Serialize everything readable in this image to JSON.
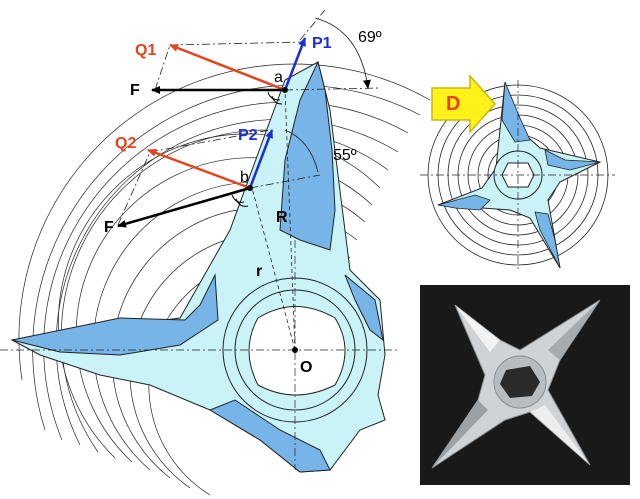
{
  "main_diagram": {
    "labels": {
      "q1": "Q1",
      "p1": "P1",
      "f_top": "F",
      "a": "a",
      "q2": "Q2",
      "p2": "P2",
      "b": "b",
      "f_bottom": "F",
      "r_upper": "R",
      "r_lower": "r",
      "o": "O"
    },
    "angles": {
      "top": "69º",
      "middle": "55º"
    }
  },
  "inset_diagram": {
    "labels": {
      "d": "D"
    }
  },
  "colors": {
    "blade_fill": "#77b5e8",
    "light_fill": "#c9f3f7",
    "force_q": "#e8421d",
    "force_p": "#1a2fd6",
    "force_f": "#000000",
    "arrow_d": "#fff21a",
    "label_red": "#e8421d",
    "label_blue": "#1a2fd6"
  },
  "photo": {
    "description_icon": "grinder-knife-photo"
  }
}
